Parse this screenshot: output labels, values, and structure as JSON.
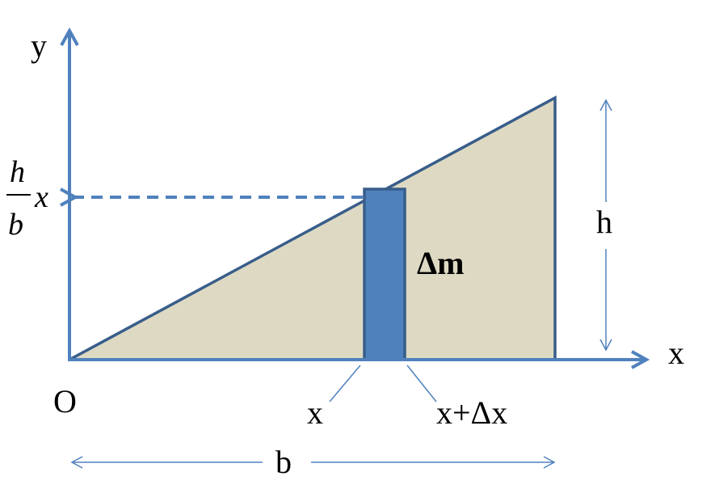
{
  "axes": {
    "y_label": "y",
    "x_label": "x",
    "origin_label": "O"
  },
  "function_label": {
    "numerator": "h",
    "denominator": "b",
    "variable": "x"
  },
  "strip": {
    "mass_label": "Δm",
    "left_label": "x",
    "right_label": "x+Δx"
  },
  "dimensions": {
    "height_label": "h",
    "base_label": "b"
  },
  "colors": {
    "axis": "#4f81bd",
    "triangle_fill": "#ddd9c3",
    "triangle_stroke": "#385d8a",
    "strip_fill": "#4f81bd",
    "leader": "#4f81bd"
  }
}
